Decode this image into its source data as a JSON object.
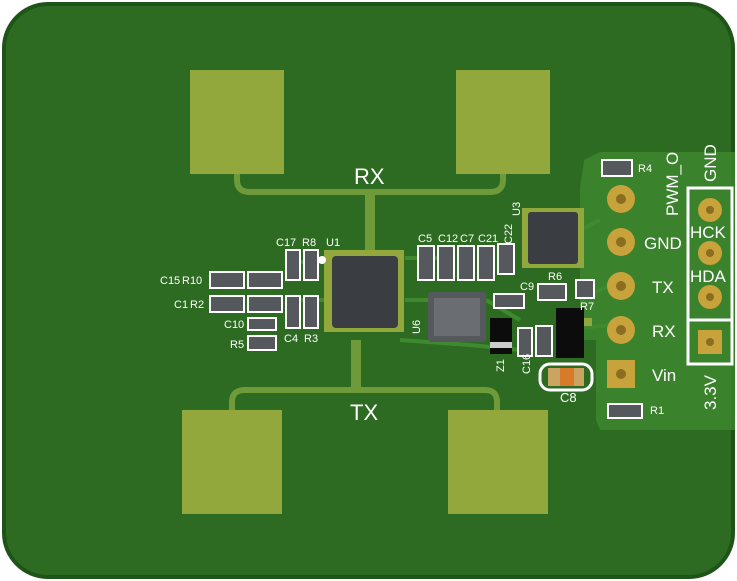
{
  "colors": {
    "board": "#2c6b21",
    "board_edge": "#1f5418",
    "copper_pad": "#93a83c",
    "trace": "#3f8a2f",
    "silk": "#ffffff",
    "chip": "#3a3d42",
    "gold_pad": "#c8a23a"
  },
  "antenna": {
    "rx_label": "RX",
    "tx_label": "TX"
  },
  "components": {
    "U1": "U1",
    "U3": "U3",
    "U6": "U6",
    "C17": "C17",
    "R8": "R8",
    "C15": "C15",
    "R10": "R10",
    "C1": "C1",
    "R2": "R2",
    "C10": "C10",
    "R5": "R5",
    "C4": "C4",
    "R3": "R3",
    "C5": "C5",
    "C12": "C12",
    "C7": "C7",
    "C21": "C21",
    "C22": "C22",
    "C9": "C9",
    "R6": "R6",
    "R7": "R7",
    "R4": "R4",
    "Z1": "Z1",
    "C16": "C16",
    "C8": "C8",
    "R1": "R1"
  },
  "header_left": {
    "pins": [
      "PWM_O",
      "GND",
      "TX",
      "RX",
      "Vin"
    ]
  },
  "header_right": {
    "pins": [
      "GND",
      "HCK",
      "HDA",
      "3.3V"
    ]
  }
}
